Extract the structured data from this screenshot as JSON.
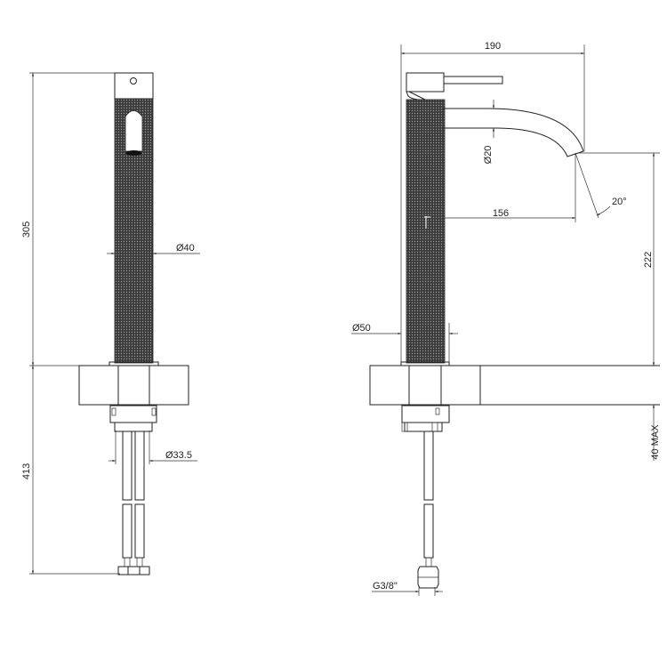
{
  "front_view": {
    "height_upper": "305",
    "height_lower": "413",
    "body_diameter": "Ø40",
    "hose_diameter": "Ø33.5"
  },
  "side_view": {
    "total_reach": "190",
    "spout_diameter": "Ø20",
    "spout_reach": "156",
    "spout_angle": "20°",
    "spout_height": "222",
    "base_diameter": "Ø50",
    "max_counter_thickness": "40 MAX",
    "connection_thread": "G3/8\""
  },
  "colors": {
    "line": "#222222",
    "knurl": "#2a2a2a",
    "background": "#ffffff"
  }
}
